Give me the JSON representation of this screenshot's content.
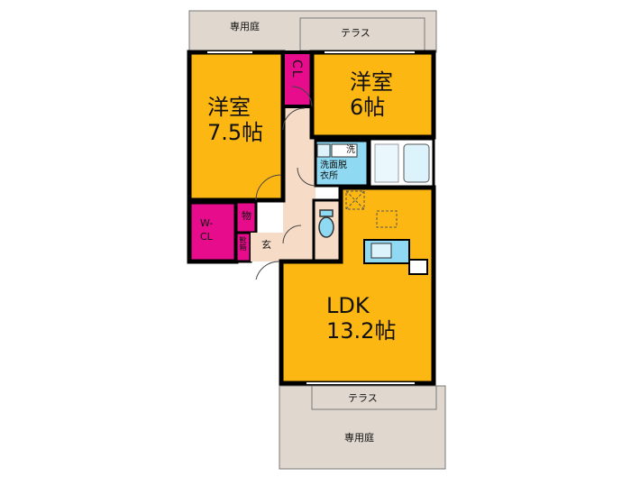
{
  "plan": {
    "private_garden_top": "専用庭",
    "terrace_top": "テラス",
    "terrace_bottom": "テラス",
    "private_garden_bottom": "専用庭",
    "closet_top": "CL",
    "bedroom_left": {
      "name": "洋室",
      "size": "7.5帖"
    },
    "bedroom_right": {
      "name": "洋室",
      "size": "6帖"
    },
    "wic": {
      "line1": "W-",
      "line2": "CL"
    },
    "storage": "物",
    "shoe_box": "靴箱",
    "entrance": "玄",
    "laundry": "洗",
    "washroom": {
      "line1": "洗面脱",
      "line2": "衣所"
    },
    "ldk": {
      "name": "LDK",
      "size": "13.2帖"
    }
  },
  "colors": {
    "room": "#FDB713",
    "closet": "#E60C8C",
    "hall": "#F6DCC6",
    "outdoor": "#E0D8CF",
    "wet": "#8FD9F2",
    "wall": "#000000"
  }
}
